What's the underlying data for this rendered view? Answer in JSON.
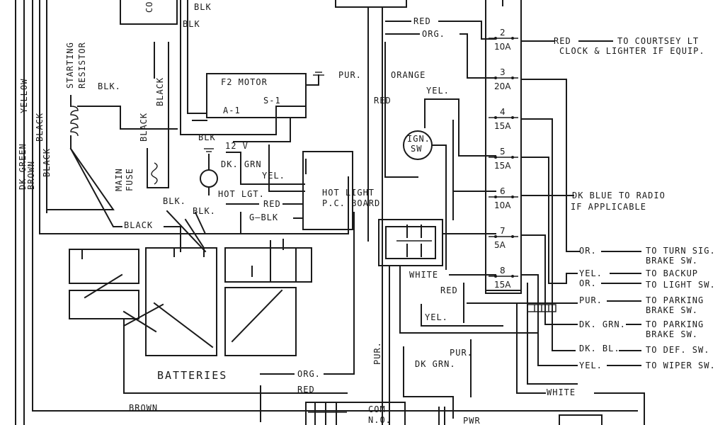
{
  "labels": {
    "co": "CO",
    "blk_top": "BLK",
    "blk_top2": "BLK",
    "starting_resistor_1": "STARTING",
    "starting_resistor_2": "RESISTOR",
    "yellow": "YELLOW",
    "dk_green": "DK GREEN",
    "brown_side": "BROWN",
    "black_side1": "BLACK",
    "black_side2": "BLACK",
    "blk_resistor": "BLK.",
    "black_v1": "BLACK",
    "black_v2": "BLACK",
    "main_fuse_1": "MAIN",
    "main_fuse_2": "FUSE",
    "f2_motor": "F2 MOTOR",
    "a1": "A-1",
    "s1": "S-1",
    "blk_mid": "BLK",
    "v12": "12 V",
    "dk_grn_small": "DK. GRN",
    "yel_small": "YEL.",
    "hot_lgt": "HOT LGT.",
    "hot_light_1": "HOT LIGHT",
    "hot_light_2": "P.C. BOARD",
    "red_pc": "RED",
    "g_blk": "G—BLK",
    "blk_left1": "BLK.",
    "blk_left2": "BLK.",
    "black_lower": "BLACK",
    "pur_mid": "PUR.",
    "orange": "ORANGE",
    "red_mid": "RED",
    "yel_ign": "YEL.",
    "ign_1": "IGN.",
    "ign_2": "SW",
    "red_top": "RED",
    "org_top": "ORG.",
    "white_mid": "WHITE",
    "red_low": "RED",
    "yel_low": "YEL.",
    "pur_low": "PUR.",
    "pur_v": "PUR.",
    "dk_grn_low": "DK GRN.",
    "batteries": "BATTERIES",
    "org_bat": "ORG.",
    "red_bat": "RED",
    "brown_bottom": "BROWN",
    "com": "COM",
    "no": "N.O.",
    "pwr": "PWR",
    "white_bottom": "WHITE"
  },
  "fuses": [
    {
      "num": "2",
      "amp": "10A"
    },
    {
      "num": "3",
      "amp": "20A"
    },
    {
      "num": "4",
      "amp": "15A"
    },
    {
      "num": "5",
      "amp": "15A"
    },
    {
      "num": "6",
      "amp": "10A"
    },
    {
      "num": "7",
      "amp": "5A"
    },
    {
      "num": "8",
      "amp": "15A"
    }
  ],
  "right_labels": {
    "red": "RED",
    "courtesy": "TO COURTSEY LT",
    "clock": "CLOCK & LIGHTER IF EQUIP.",
    "dk_blue": "DK BLUE",
    "radio": "TO RADIO",
    "radio_2": "IF APPLICABLE",
    "or1": "OR.",
    "turn_1": "TO TURN SIG.",
    "turn_2": "BRAKE SW.",
    "yel": "YEL.",
    "backup": "TO BACKUP",
    "or2": "OR.",
    "light": "TO LIGHT SW.",
    "pur": "PUR.",
    "parking_1": "TO PARKING",
    "parking_2": "BRAKE SW.",
    "dkgrn": "DK. GRN.",
    "parking2_1": "TO PARKING",
    "parking2_2": "BRAKE SW.",
    "dkbl": "DK. BL.",
    "def": "TO DEF. SW.",
    "yel2": "YEL.",
    "wiper": "TO WIPER SW."
  }
}
